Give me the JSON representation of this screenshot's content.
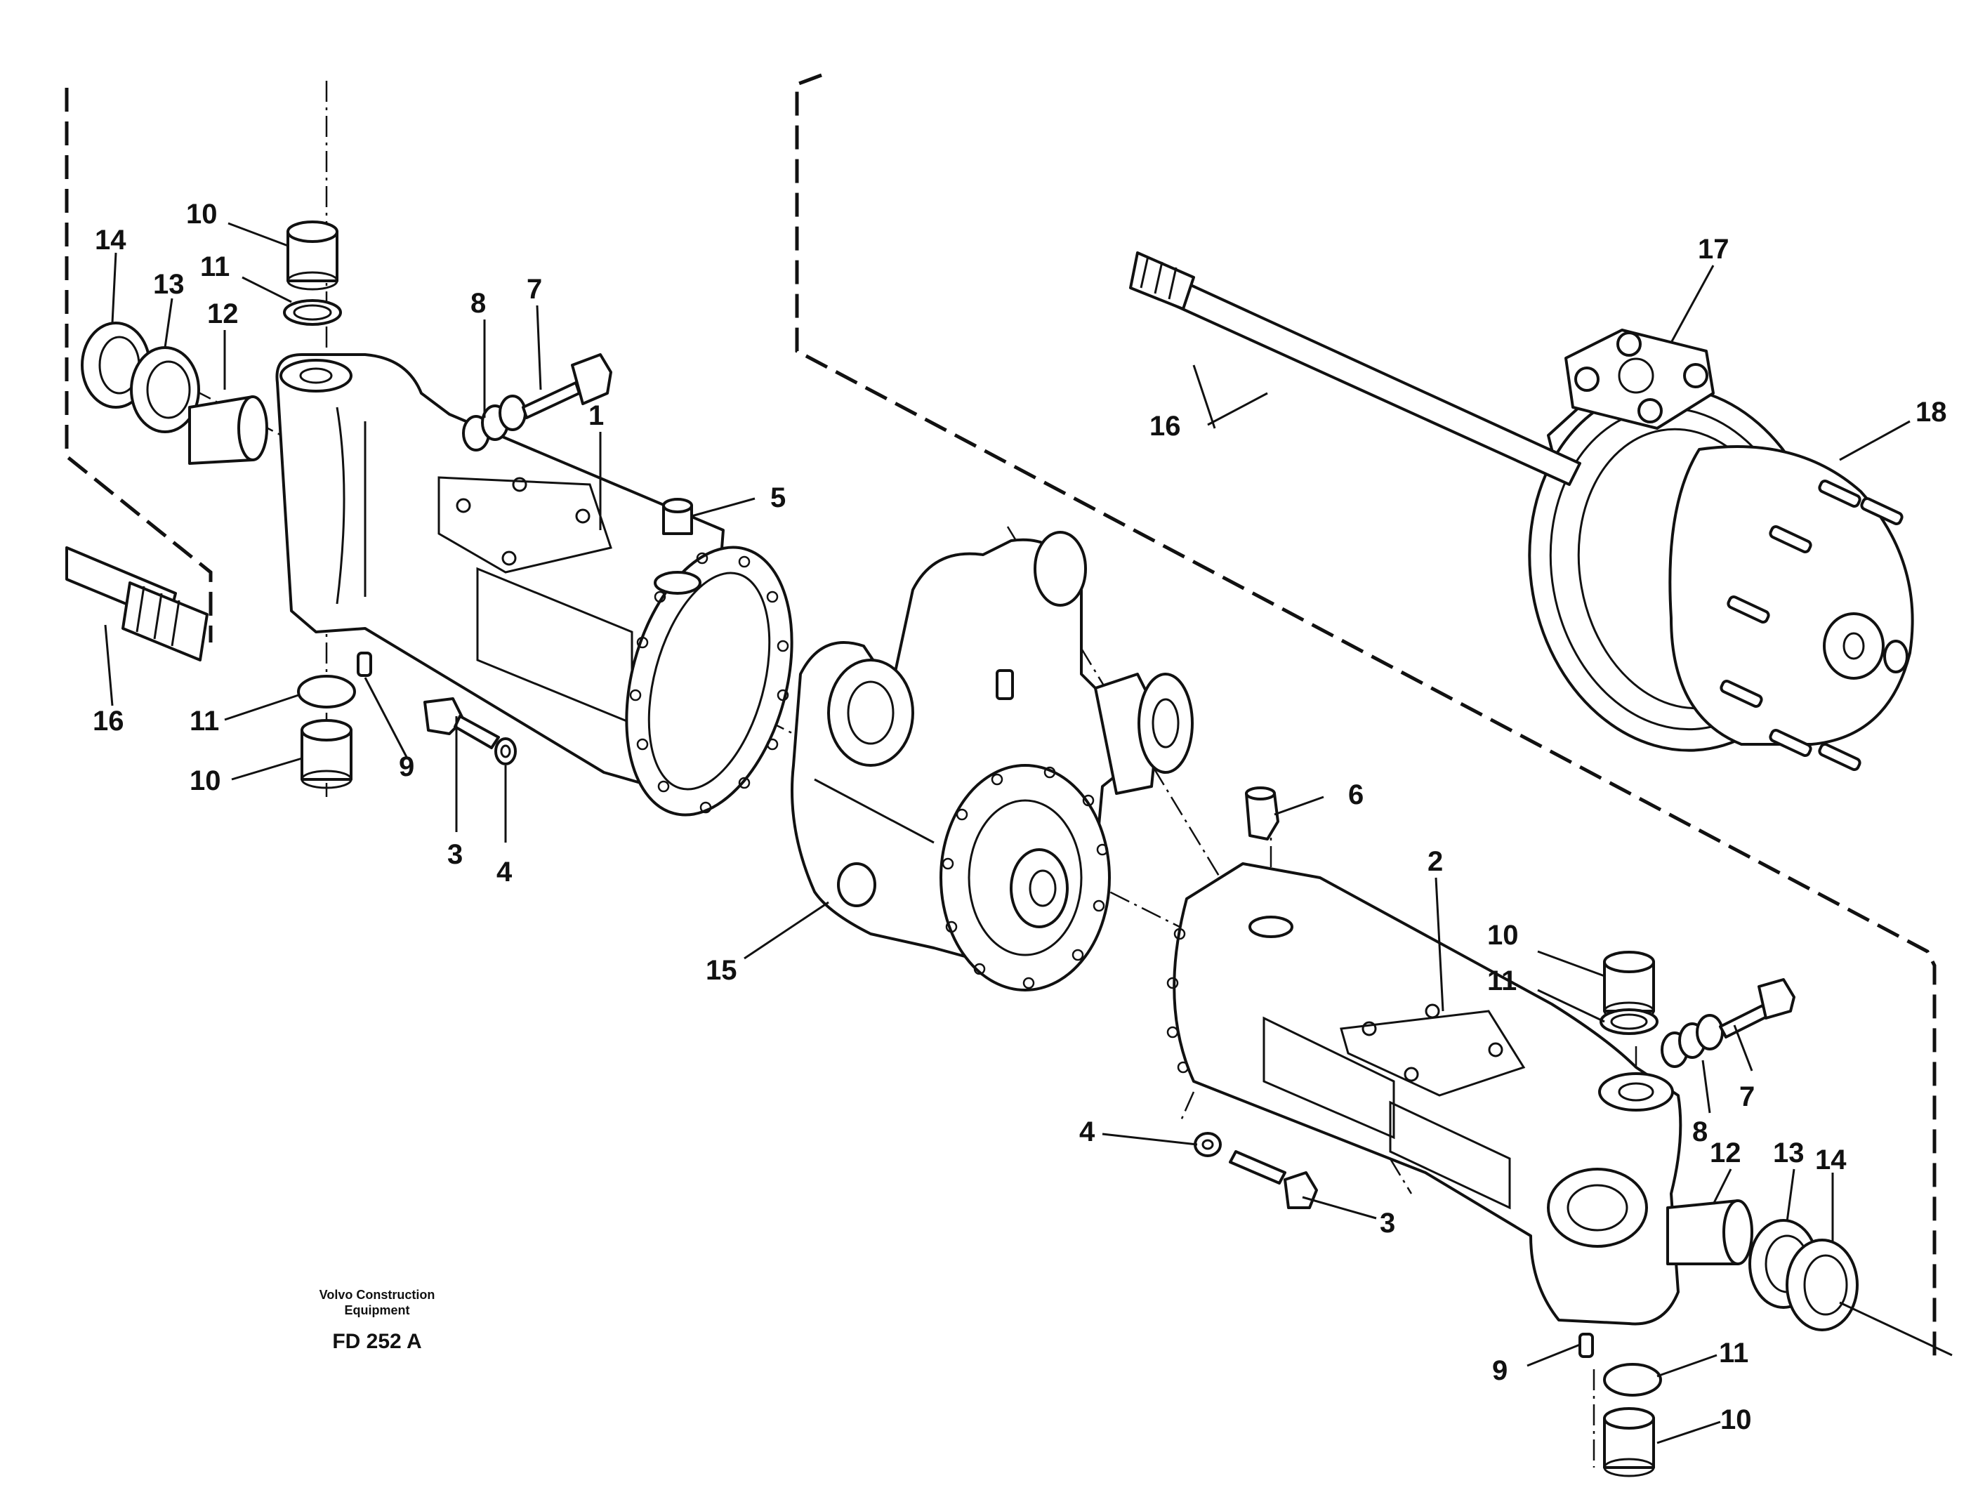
{
  "caption": {
    "company_line1": "Volvo Construction",
    "company_line2": "Equipment",
    "figure_code": "FD 252 A"
  },
  "callouts": {
    "c1": "1",
    "c2": "2",
    "c3_left": "3",
    "c3_right": "3",
    "c4_left": "4",
    "c4_right": "4",
    "c5": "5",
    "c6": "6",
    "c7_left": "7",
    "c7_right": "7",
    "c8_left": "8",
    "c8_right": "8",
    "c9_left": "9",
    "c9_right": "9",
    "c10_left_top": "10",
    "c10_left_bottom": "10",
    "c10_right_top": "10",
    "c10_right_bottom": "10",
    "c11_left_top": "11",
    "c11_left_bottom": "11",
    "c11_right_top": "11",
    "c11_right_bottom": "11",
    "c12_left": "12",
    "c12_right": "12",
    "c13_left": "13",
    "c13_right": "13",
    "c14_left": "14",
    "c14_right": "14",
    "c15": "15",
    "c16_left": "16",
    "c16_top": "16",
    "c17": "17",
    "c18": "18"
  }
}
